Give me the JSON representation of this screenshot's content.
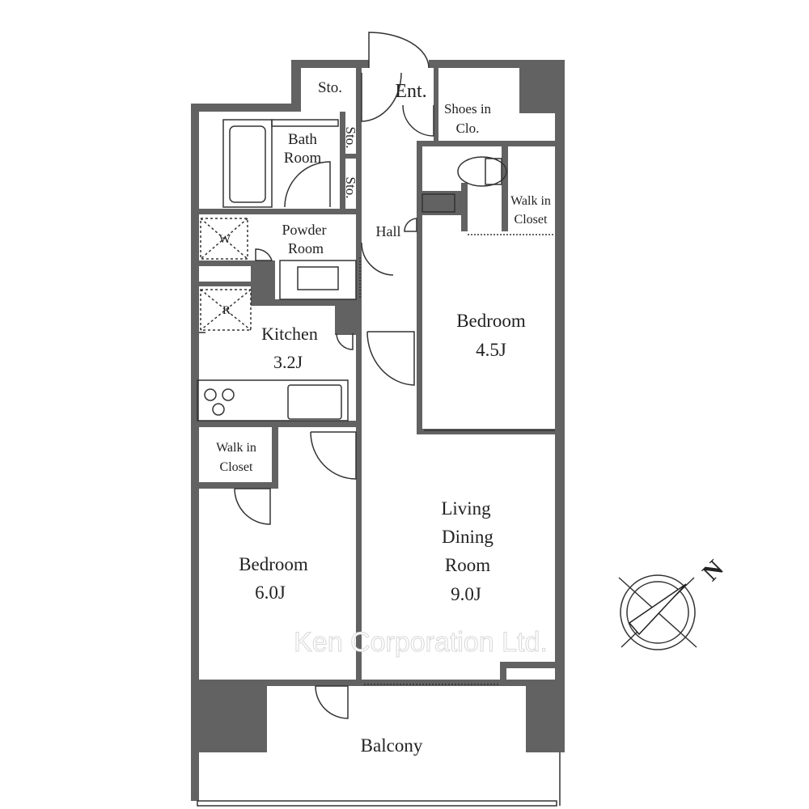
{
  "rooms": {
    "storage_top": "Sto.",
    "entrance": "Ent.",
    "shoes_closet": [
      "Shoes in",
      "Clo."
    ],
    "bath": [
      "Bath",
      "Room"
    ],
    "storage_1": "Sto.",
    "storage_2": "Sto.",
    "walk_in_closet_ne": [
      "Walk in",
      "Closet"
    ],
    "powder": [
      "Powder",
      "Room"
    ],
    "washer": "W",
    "hall": "Hall",
    "fridge": "R",
    "kitchen": [
      "Kitchen",
      "3.2J"
    ],
    "bedroom_east": [
      "Bedroom",
      "4.5J"
    ],
    "walk_in_closet_w": [
      "Walk in",
      "Closet"
    ],
    "bedroom_west": [
      "Bedroom",
      "6.0J"
    ],
    "ldr": [
      "Living",
      "Dining",
      "Room",
      "9.0J"
    ],
    "balcony": "Balcony"
  },
  "compass": {
    "label": "N"
  },
  "watermark": "Ken Corporation Ltd."
}
